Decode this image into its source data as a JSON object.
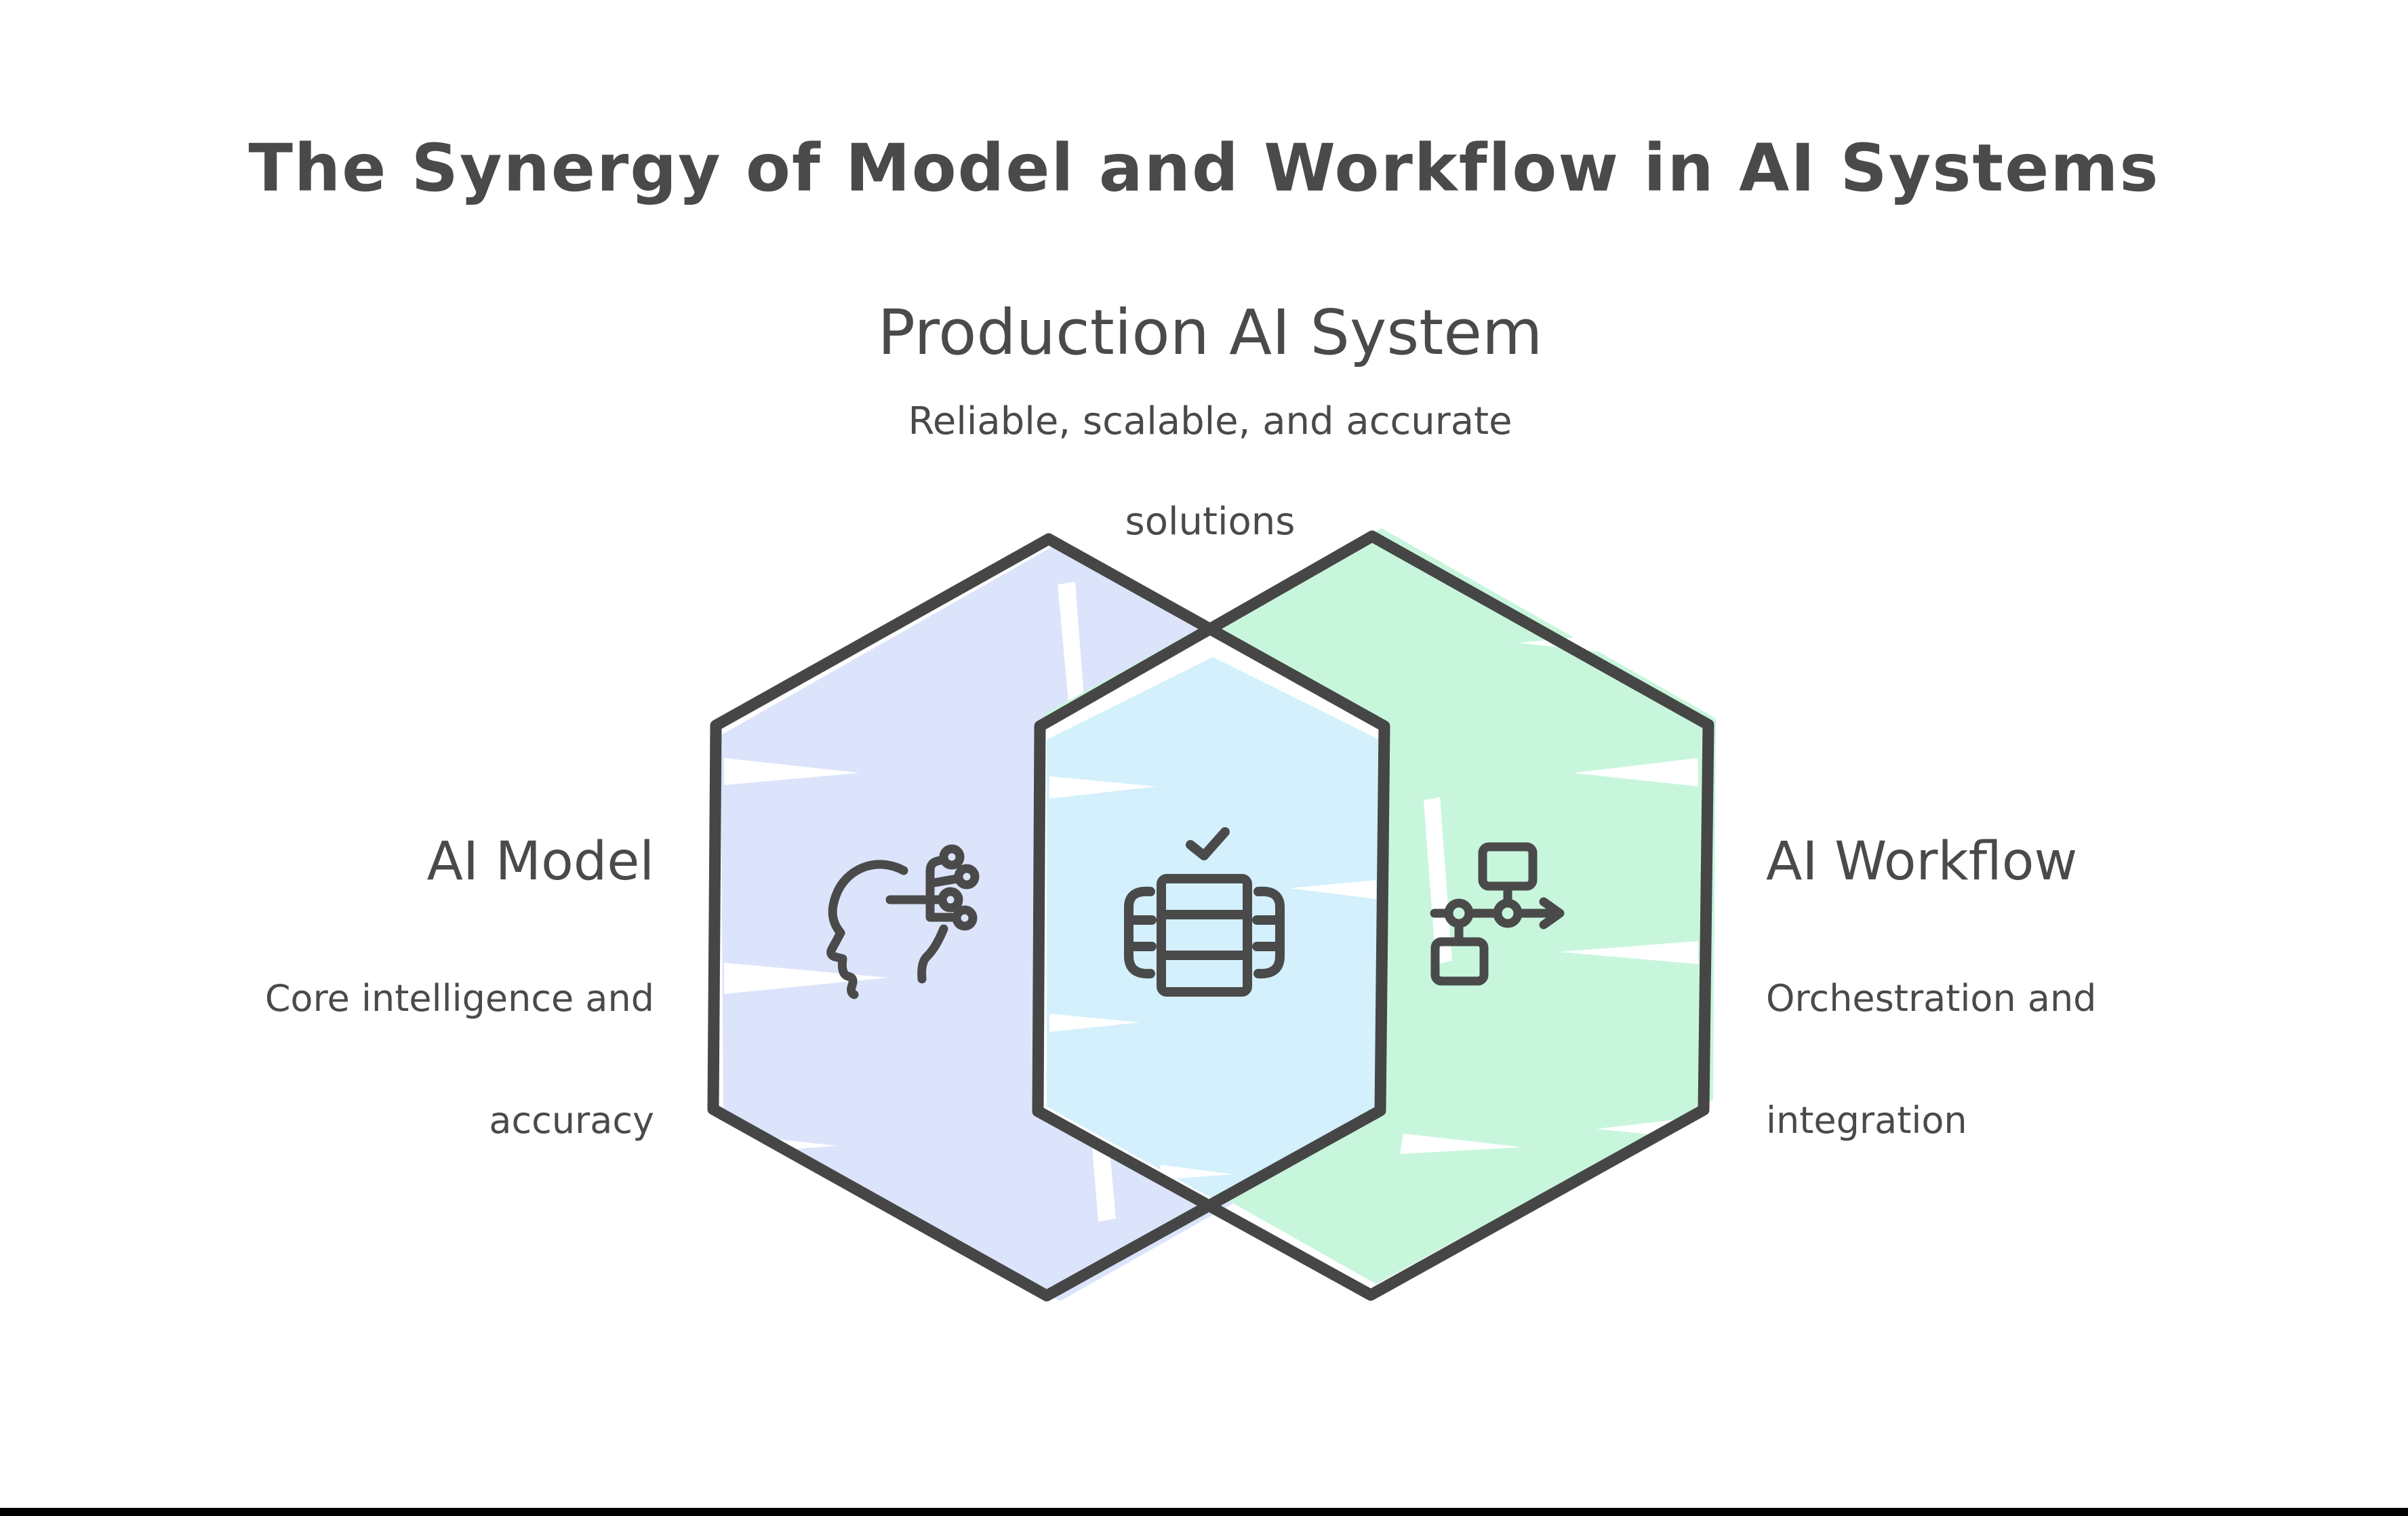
{
  "title": "The Synergy of Model and Workflow in AI Systems",
  "colors": {
    "background": "#ffffff",
    "outline": "#464646",
    "text": "#4a4a4a",
    "left_fill": "#dbe4fa",
    "right_fill": "#c8f6dc",
    "intersection_fill": "#d3f0fc",
    "footer_bar": "#000000"
  },
  "venn": {
    "type": "overlapping-hexagons",
    "intersection": {
      "heading": "Production AI System",
      "subtitle_line1": "Reliable, scalable, and accurate",
      "subtitle_line2": "solutions",
      "icon": "table-check-icon",
      "fill": "#d3f0fc"
    },
    "left": {
      "heading": "AI Model",
      "subtitle_line1": "Core intelligence and",
      "subtitle_line2": "accuracy",
      "icon": "head-circuit-icon",
      "fill": "#dbe4fa"
    },
    "right": {
      "heading": "AI Workflow",
      "subtitle_line1": "Orchestration and",
      "subtitle_line2": "integration",
      "icon": "workflow-icon",
      "fill": "#c8f6dc"
    }
  }
}
